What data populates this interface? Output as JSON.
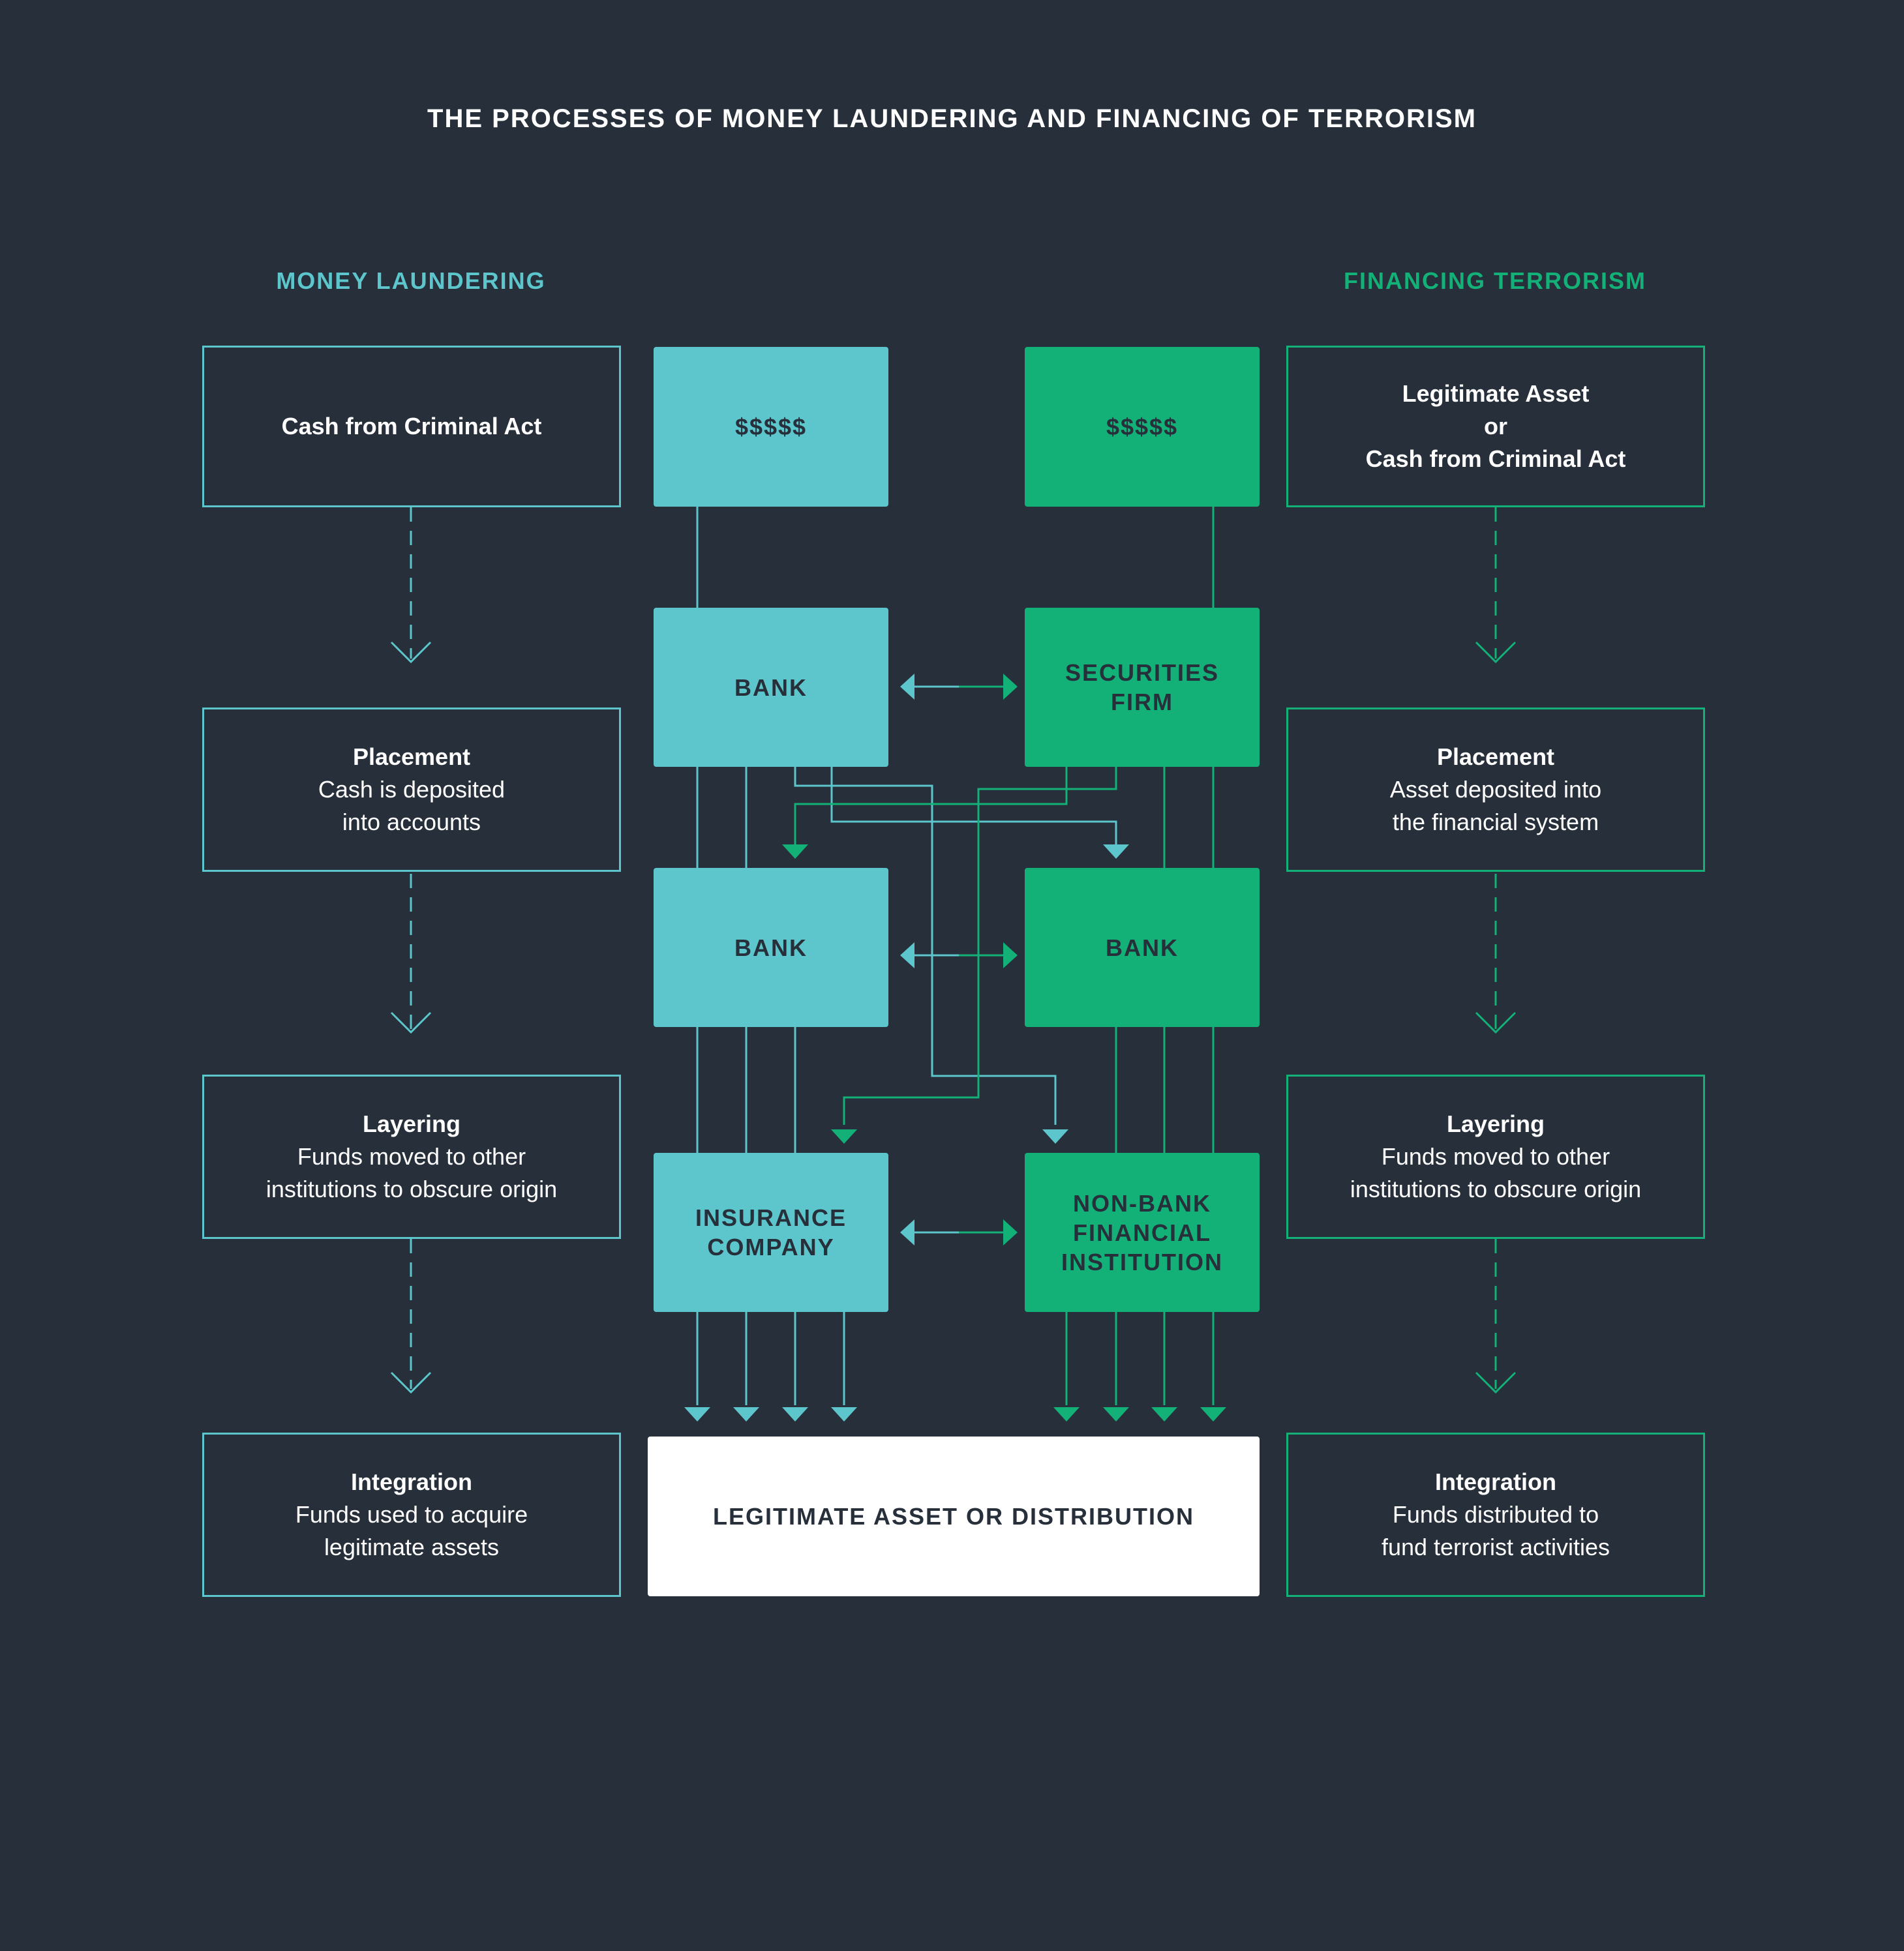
{
  "title": "THE PROCESSES OF MONEY LAUNDERING AND FINANCING OF TERRORISM",
  "columns": {
    "money_laundering": "MONEY LAUNDERING",
    "financing_terrorism": "FINANCING TERRORISM"
  },
  "colors": {
    "background": "#262f3a",
    "money_laundering": "#5cc6cc",
    "financing_terrorism": "#13b077",
    "destination": "#ffffff"
  },
  "money_laundering_stages": {
    "source": {
      "title": "Cash from Criminal Act"
    },
    "placement": {
      "title": "Placement",
      "line1": "Cash is deposited",
      "line2": "into accounts"
    },
    "layering": {
      "title": "Layering",
      "line1": "Funds moved to other",
      "line2": "institutions to obscure origin"
    },
    "integration": {
      "title": "Integration",
      "line1": "Funds used to acquire",
      "line2": "legitimate assets"
    }
  },
  "financing_terrorism_stages": {
    "source": {
      "line1": "Legitimate Asset",
      "line2": "or",
      "line3": "Cash from Criminal Act"
    },
    "placement": {
      "title": "Placement",
      "line1": "Asset deposited into",
      "line2": "the financial system"
    },
    "layering": {
      "title": "Layering",
      "line1": "Funds moved to other",
      "line2": "institutions to obscure origin"
    },
    "integration": {
      "title": "Integration",
      "line1": "Funds distributed to",
      "line2": "fund terrorist activities"
    }
  },
  "institutions": {
    "ml_cash": "$$$$$",
    "ft_cash": "$$$$$",
    "ml_bank_1": "BANK",
    "securities_firm": {
      "line1": "SECURITIES",
      "line2": "FIRM"
    },
    "ml_bank_2": "BANK",
    "ft_bank": "BANK",
    "insurance_company": {
      "line1": "INSURANCE",
      "line2": "COMPANY"
    },
    "non_bank": {
      "line1": "NON-BANK",
      "line2": "FINANCIAL",
      "line3": "INSTITUTION"
    }
  },
  "destination": "LEGITIMATE ASSET OR DISTRIBUTION"
}
